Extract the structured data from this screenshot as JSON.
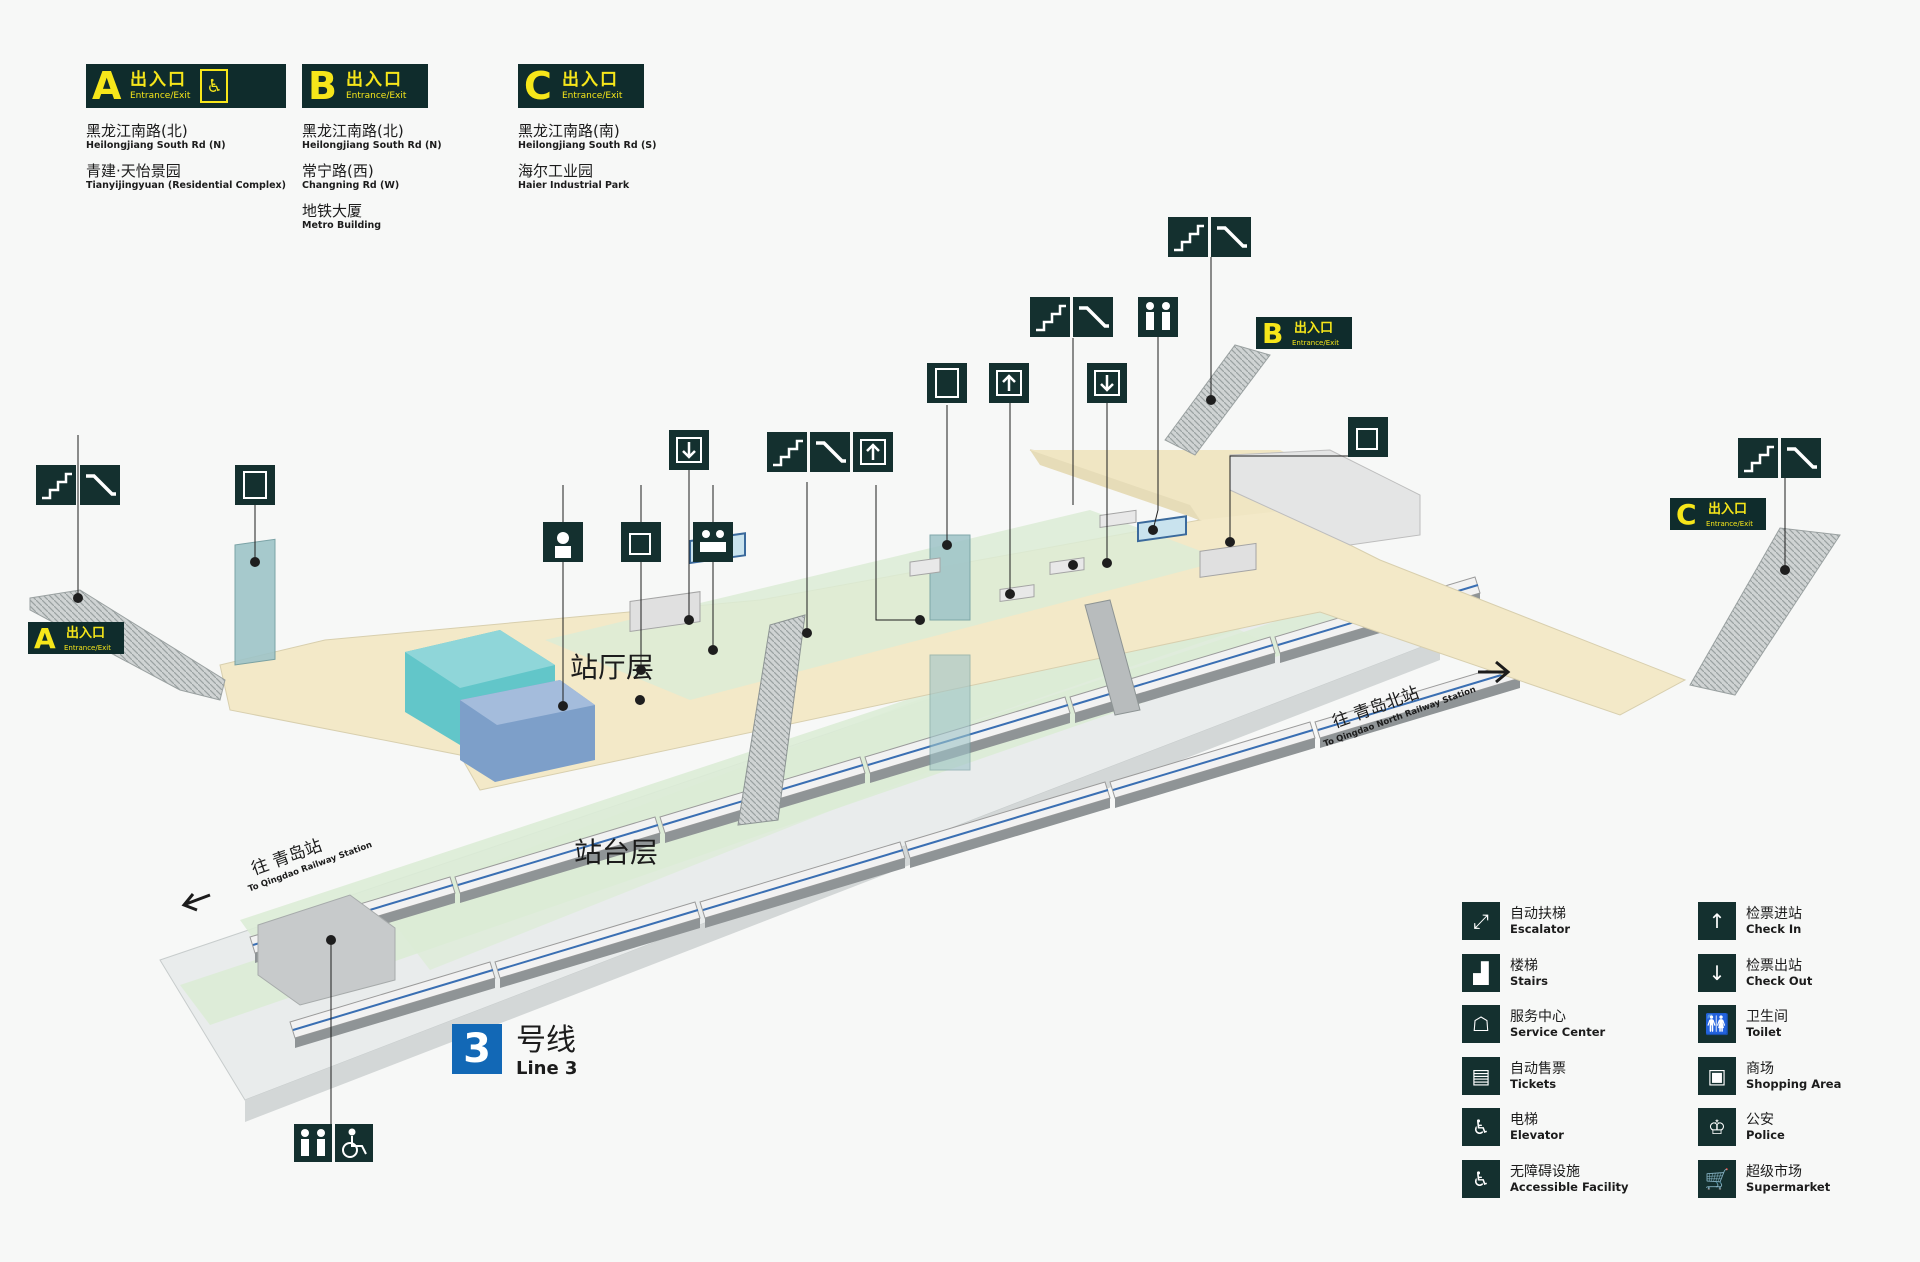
{
  "exits": [
    {
      "letter": "A",
      "label_cn": "出入口",
      "label_en": "Entrance/Exit",
      "has_elevator": true,
      "destinations": [
        {
          "cn": "黑龙江南路(北)",
          "en": "Heilongjiang South Rd (N)"
        },
        {
          "cn": "青建·天怡景园",
          "en": "Tianyijingyuan (Residential Complex)"
        }
      ]
    },
    {
      "letter": "B",
      "label_cn": "出入口",
      "label_en": "Entrance/Exit",
      "has_elevator": false,
      "destinations": [
        {
          "cn": "黑龙江南路(北)",
          "en": "Heilongjiang South Rd (N)"
        },
        {
          "cn": "常宁路(西)",
          "en": "Changning Rd (W)"
        },
        {
          "cn": "地铁大厦",
          "en": "Metro Building"
        }
      ]
    },
    {
      "letter": "C",
      "label_cn": "出入口",
      "label_en": "Entrance/Exit",
      "has_elevator": false,
      "destinations": [
        {
          "cn": "黑龙江南路(南)",
          "en": "Heilongjiang South Rd (S)"
        },
        {
          "cn": "海尔工业园",
          "en": "Haier Industrial Park"
        }
      ]
    }
  ],
  "map": {
    "concourse_label": "站厅层",
    "platform_label": "站台层",
    "direction_north_cn": "往 青岛北站",
    "direction_north_en": "To Qingdao North Railway Station",
    "direction_south_cn": "往 青岛站",
    "direction_south_en": "To Qingdao Railway Station",
    "exit_tag_cn": "出入口",
    "exit_tag_en": "Entrance/Exit",
    "exit_tags": [
      "A",
      "B",
      "C"
    ]
  },
  "line": {
    "number": "3",
    "name_cn": "号线",
    "name_en": "Line 3",
    "color": "#1268b6"
  },
  "legend": [
    {
      "icon": "escalator-icon",
      "cn": "自动扶梯",
      "en": "Escalator",
      "glyph": "⤢"
    },
    {
      "icon": "stairs-icon",
      "cn": "楼梯",
      "en": "Stairs",
      "glyph": "▟"
    },
    {
      "icon": "service-center-icon",
      "cn": "服务中心",
      "en": "Service Center",
      "glyph": "☖"
    },
    {
      "icon": "tickets-icon",
      "cn": "自动售票",
      "en": "Tickets",
      "glyph": "▤"
    },
    {
      "icon": "elevator-icon",
      "cn": "电梯",
      "en": "Elevator",
      "glyph": "♿"
    },
    {
      "icon": "accessible-icon",
      "cn": "无障碍设施",
      "en": "Accessible Facility",
      "glyph": "♿"
    },
    {
      "icon": "check-in-icon",
      "cn": "检票进站",
      "en": "Check In",
      "glyph": "↑"
    },
    {
      "icon": "check-out-icon",
      "cn": "检票出站",
      "en": "Check Out",
      "glyph": "↓"
    },
    {
      "icon": "toilet-icon",
      "cn": "卫生间",
      "en": "Toilet",
      "glyph": "🚻"
    },
    {
      "icon": "shopping-icon",
      "cn": "商场",
      "en": "Shopping Area",
      "glyph": "▣"
    },
    {
      "icon": "police-icon",
      "cn": "公安",
      "en": "Police",
      "glyph": "♔"
    },
    {
      "icon": "supermarket-icon",
      "cn": "超级市场",
      "en": "Supermarket",
      "glyph": "🛒"
    }
  ],
  "colors": {
    "background": "#f7f8f7",
    "concourse": "#f3e9c8",
    "platform": "#dcecd6",
    "icon_bg": "#14302f",
    "exit_yellow": "#f6e61a",
    "shop_teal": "#62c6c9",
    "shop_blue": "#7d9fc9"
  }
}
